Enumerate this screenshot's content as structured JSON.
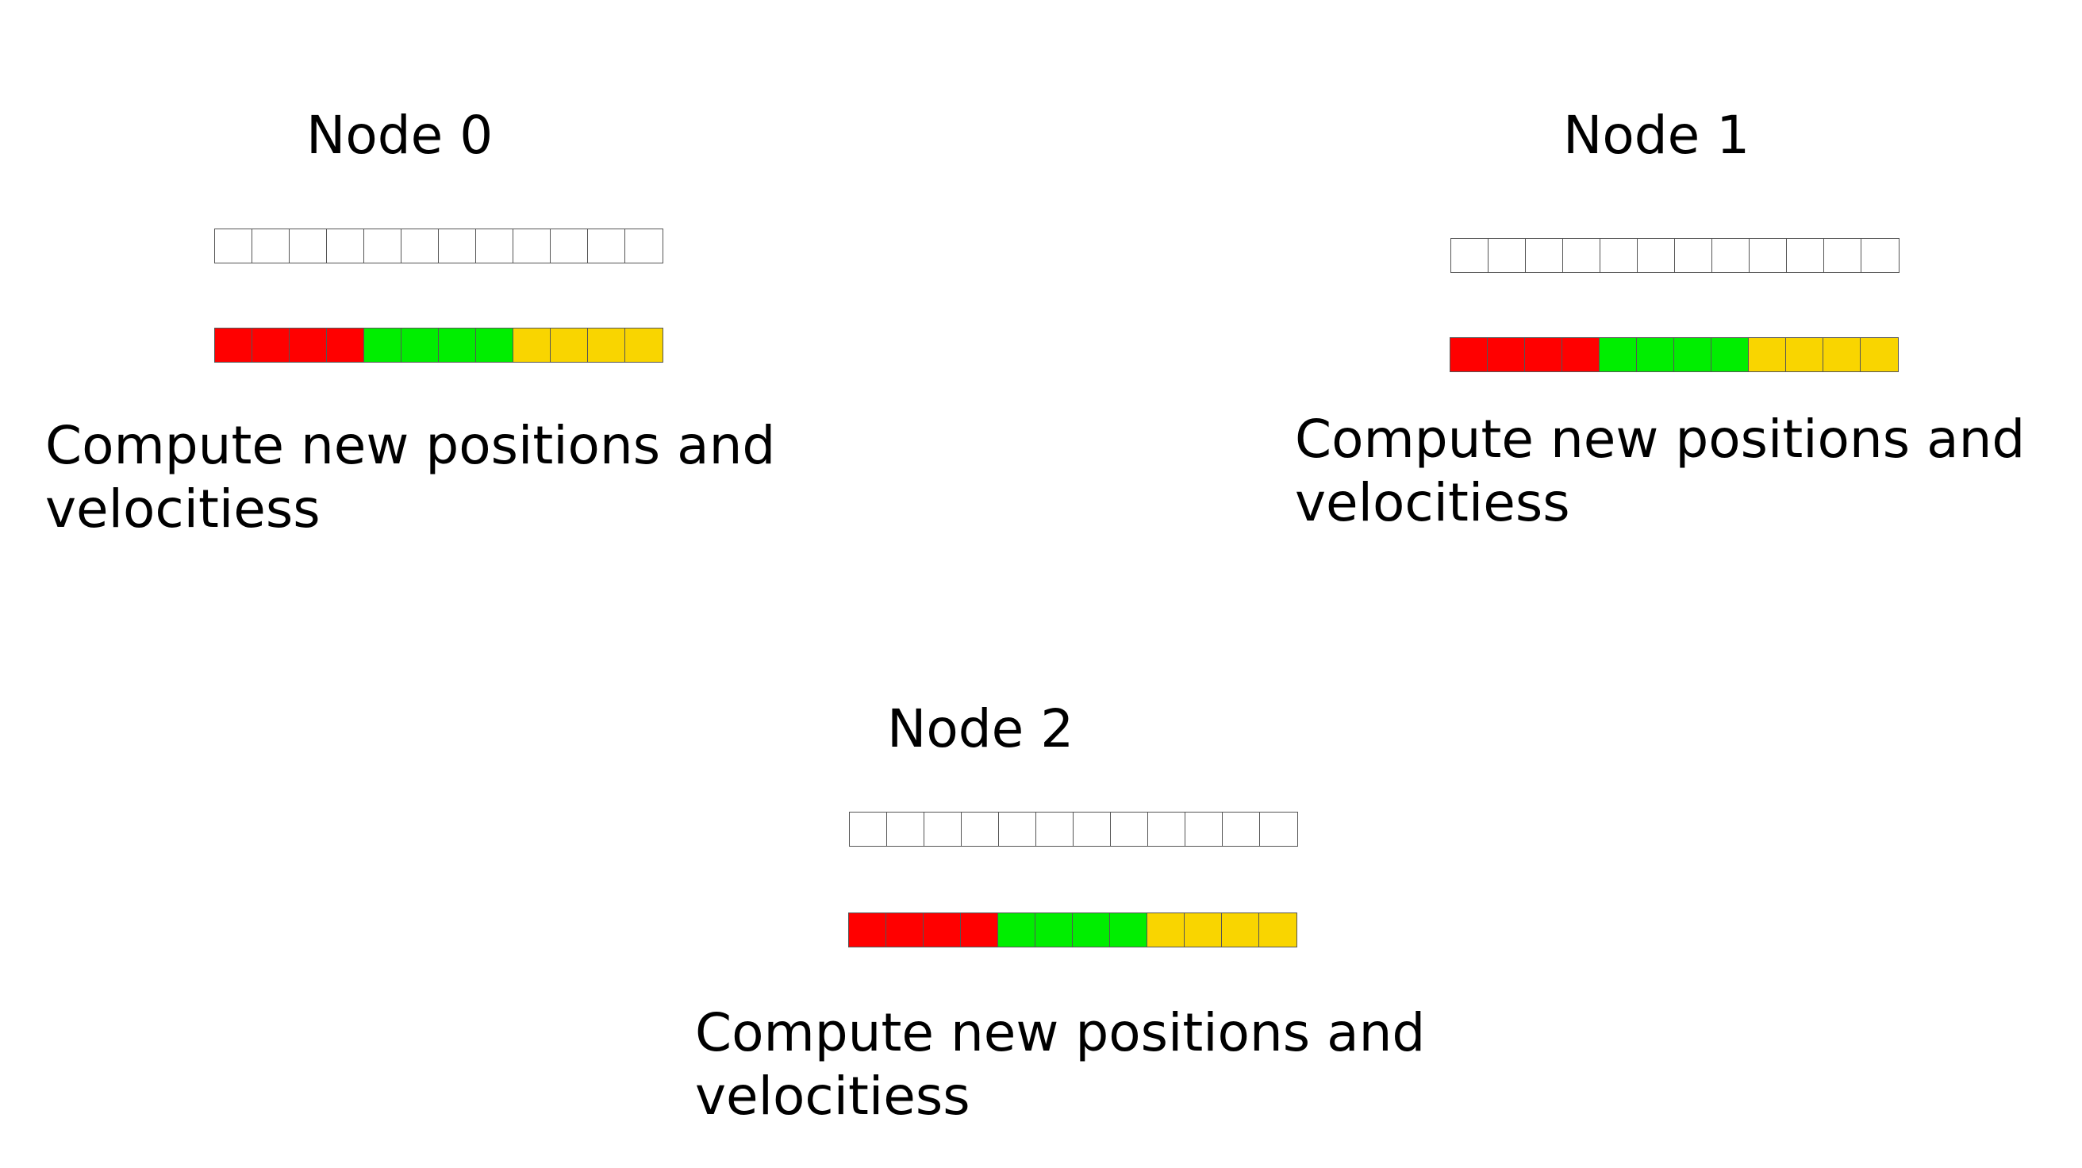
{
  "colors": {
    "red": "#ff0000",
    "green": "#00ee00",
    "yellow": "#f9d500",
    "empty": "#ffffff",
    "border": "#555555"
  },
  "nodes": [
    {
      "title": "Node 0",
      "caption_line1": "Compute new positions and",
      "caption_line2": "velocitiess",
      "empty_cells": 12,
      "colored_cells": [
        "red",
        "red",
        "red",
        "red",
        "green",
        "green",
        "green",
        "green",
        "yellow",
        "yellow",
        "yellow",
        "yellow"
      ]
    },
    {
      "title": "Node 1",
      "caption_line1": "Compute new positions and",
      "caption_line2": "velocitiess",
      "empty_cells": 12,
      "colored_cells": [
        "red",
        "red",
        "red",
        "red",
        "green",
        "green",
        "green",
        "green",
        "yellow",
        "yellow",
        "yellow",
        "yellow"
      ]
    },
    {
      "title": "Node 2",
      "caption_line1": "Compute new positions and",
      "caption_line2": "velocitiess",
      "empty_cells": 12,
      "colored_cells": [
        "red",
        "red",
        "red",
        "red",
        "green",
        "green",
        "green",
        "green",
        "yellow",
        "yellow",
        "yellow",
        "yellow"
      ]
    }
  ]
}
